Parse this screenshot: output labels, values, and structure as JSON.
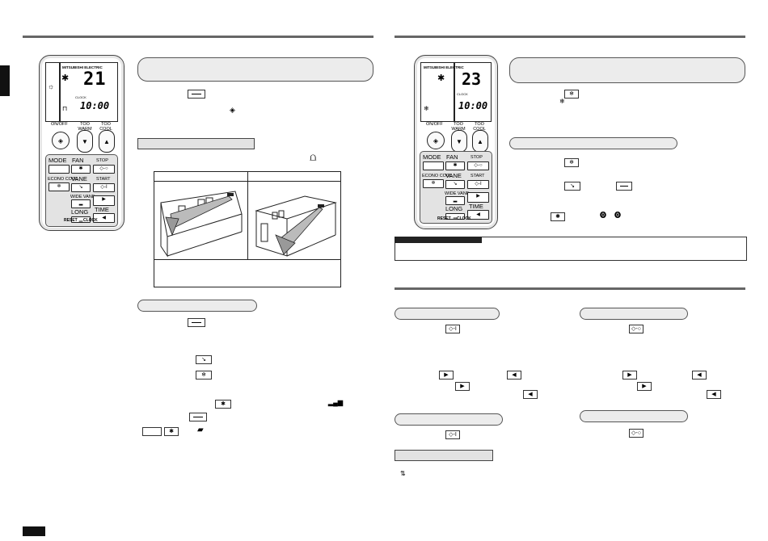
{
  "remote": {
    "brand": "MITSUBISHI ELECTRIC",
    "left_lcd": {
      "temperature": "21",
      "clock": "10:00",
      "clock_label": "CLOCK"
    },
    "right_lcd": {
      "temperature": "23",
      "clock": "10:00",
      "clock_label": "CLOCK"
    },
    "onoff_label": "ON/OFF",
    "too_warm_label": "TOO WARM",
    "too_cool_label": "TOO COOL",
    "panel": {
      "mode": "MODE",
      "fan": "FAN",
      "stop": "STOP",
      "econo_cool": "ECONO COOL",
      "vane": "VANE",
      "start": "START",
      "wide_vane": "WIDE VANE",
      "long": "LONG",
      "time": "TIME",
      "reset": "RESET",
      "clock": "CLOCK"
    }
  },
  "colors": {
    "rule": "#666666",
    "box_fill": "#ececec",
    "ink": "#000000"
  },
  "icons": [
    "fan-icon",
    "snowflake-icon",
    "vane-icon",
    "long-icon",
    "triangle-right-icon",
    "triangle-left-icon",
    "timer-off-icon",
    "timer-on-icon",
    "wide-vane-icon",
    "signal-bars-icon",
    "swap-arrows-icon"
  ]
}
